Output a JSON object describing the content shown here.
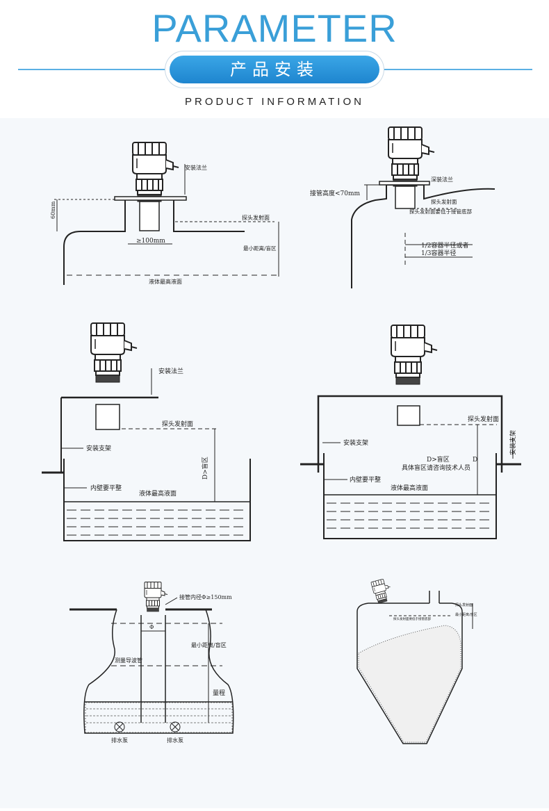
{
  "header": {
    "title": "PARAMETER",
    "badge": "产品安装",
    "subtitle": "PRODUCT INFORMATION"
  },
  "diagrams": {
    "d1": {
      "flange": "安装法兰",
      "height": "60mm",
      "diameter": "≥100mm",
      "probe_face": "探头发射面",
      "min_distance": "最小距离/盲区",
      "max_level": "液体最高液面"
    },
    "d2": {
      "flange": "深装法兰",
      "pipe_height": "接管高度<70mm",
      "probe_face": "探头发射面",
      "probe_note": "探头发射面要低于接管底部",
      "radius_half": "1/2容器半径或者",
      "radius_third": "1/3容器半径"
    },
    "d3": {
      "flange": "安装法兰",
      "probe_face": "探头发射面",
      "bracket": "安装支架",
      "blind": "D>盲区",
      "wall": "内壁要平整",
      "max_level": "液体最高液面"
    },
    "d4": {
      "probe_face": "探头发射面",
      "bracket": "安装支架",
      "bracket_side": "安装支架",
      "blind": "D>盲区",
      "d_mark": "D",
      "consult": "具体盲区请咨询技术人员",
      "wall": "内壁要平整",
      "max_level": "液体最高液面"
    },
    "d5": {
      "pipe_inner": "接管内径Φ≥150mm",
      "phi": "Φ",
      "min_distance": "最小距离/盲区",
      "guide_pipe": "测量导波管",
      "range": "量程",
      "pump_left": "排水泵",
      "pump_right": "排水泵"
    },
    "d6": {
      "probe_face": "探头发射面",
      "min_distance": "最小距离/盲区",
      "note": "探头发射面要低于接管底部"
    }
  }
}
